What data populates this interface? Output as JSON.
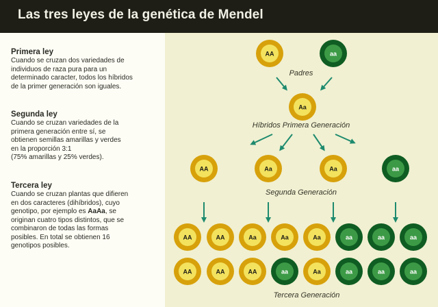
{
  "title": "Las tres leyes de la genética de Mendel",
  "laws": [
    {
      "heading": "Primera ley",
      "lines": [
        "Cuando se cruzan dos variedades de",
        "individuos de raza pura para un",
        "determinado caracter, todos los híbridos",
        "de la primer generación son iguales."
      ]
    },
    {
      "heading": "Segunda ley",
      "lines": [
        "Cuando se cruzan variedades de la",
        "primera generación entre sí, se",
        "obtienen semillas amarillas y verdes",
        "en la proporción 3:1",
        "(75% amarillas y 25% verdes)."
      ]
    },
    {
      "heading": "Tercera ley",
      "lines": [
        "Cuando se cruzan plantas que difieren",
        "en dos caracteres (dihíbridos), cuyo",
        "genotipo, por ejemplo es AaAa, se",
        "originan cuatro tipos distintos, que se",
        "combinaron de todas las formas",
        "posibles. En total se obtienen 16",
        "genotipos posibles."
      ]
    }
  ],
  "diagram": {
    "colors": {
      "yellow_ring": "#d7a10b",
      "yellow_center": "#f3e25e",
      "green_ring": "#0f5d22",
      "green_center": "#3c9a46",
      "arrow": "#1e8a6e"
    },
    "labels": {
      "parents": "Padres",
      "first_generation": "Híbridos Primera Generación",
      "second_generation": "Segunda Generación",
      "third_generation": "Tercera Generación"
    },
    "parents": [
      {
        "genotype": "AA",
        "color": "yellow"
      },
      {
        "genotype": "aa",
        "color": "green"
      }
    ],
    "first_generation": [
      {
        "genotype": "Aa",
        "color": "yellow"
      }
    ],
    "second_generation": [
      {
        "genotype": "AA",
        "color": "yellow"
      },
      {
        "genotype": "Aa",
        "color": "yellow"
      },
      {
        "genotype": "Aa",
        "color": "yellow"
      },
      {
        "genotype": "aa",
        "color": "green"
      }
    ],
    "third_generation": [
      [
        {
          "genotype": "AA",
          "color": "yellow"
        },
        {
          "genotype": "AA",
          "color": "yellow"
        },
        {
          "genotype": "Aa",
          "color": "yellow"
        },
        {
          "genotype": "Aa",
          "color": "yellow"
        },
        {
          "genotype": "Aa",
          "color": "yellow"
        },
        {
          "genotype": "aa",
          "color": "green"
        },
        {
          "genotype": "aa",
          "color": "green"
        },
        {
          "genotype": "aa",
          "color": "green"
        }
      ],
      [
        {
          "genotype": "AA",
          "color": "yellow"
        },
        {
          "genotype": "AA",
          "color": "yellow"
        },
        {
          "genotype": "AA",
          "color": "yellow"
        },
        {
          "genotype": "aa",
          "color": "green"
        },
        {
          "genotype": "Aa",
          "color": "yellow"
        },
        {
          "genotype": "aa",
          "color": "green"
        },
        {
          "genotype": "aa",
          "color": "green"
        },
        {
          "genotype": "aa",
          "color": "green"
        }
      ]
    ]
  }
}
